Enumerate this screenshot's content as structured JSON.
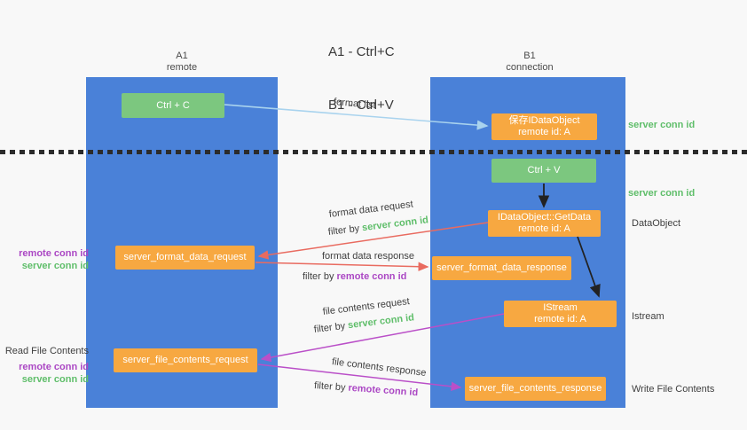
{
  "title": {
    "line1": "A1 - Ctrl+C",
    "line2": "B1 - Ctrl+V"
  },
  "lanes": {
    "a1": {
      "name": "A1",
      "subtitle": "remote"
    },
    "b1": {
      "name": "B1",
      "subtitle": "connection"
    }
  },
  "nodes": {
    "ctrl_c": {
      "label": "Ctrl + C"
    },
    "save_idataobject": {
      "line1": "保存IDataObject",
      "line2": "remote id: A"
    },
    "ctrl_v": {
      "label": "Ctrl + V"
    },
    "getdata": {
      "line1": "IDataObject::GetData",
      "line2": "remote id: A"
    },
    "format_request": {
      "label": "server_format_data_request"
    },
    "format_response": {
      "label": "server_format_data_response"
    },
    "istream": {
      "line1": "IStream",
      "line2": "remote id: A"
    },
    "file_request": {
      "label": "server_file_contents_request"
    },
    "file_response": {
      "label": "server_file_contents_response"
    }
  },
  "edges": {
    "format_list": {
      "label": "format list"
    },
    "format_data_request": {
      "label": "format data request",
      "filter_prefix": "filter by ",
      "filter_value": "server conn id"
    },
    "format_data_response": {
      "label": "format data response",
      "filter_prefix": "filter by ",
      "filter_value": "remote conn id"
    },
    "file_contents_request": {
      "label": "file contents request",
      "filter_prefix": "filter by ",
      "filter_value": "server conn id"
    },
    "file_contents_response": {
      "label": "file contents response",
      "filter_prefix": "filter by ",
      "filter_value": "remote conn id"
    }
  },
  "annotations": {
    "server_conn_id_top": "server conn id",
    "server_conn_id_mid": "server conn id",
    "dataobject": "DataObject",
    "istream": "Istream",
    "write_file_contents": "Write File Contents",
    "read_file_contents": "Read File Contents",
    "format_left": {
      "remote": "remote conn id",
      "server": "server conn id"
    },
    "file_left": {
      "remote": "remote conn id",
      "server": "server conn id"
    }
  },
  "colors": {
    "lane_blue": "#4a81d8",
    "node_orange": "#f7a841",
    "node_green": "#7cc77f",
    "green_text": "#5fbe6a",
    "purple_text": "#ab47c4",
    "red_arrow": "#e96b60",
    "purple_arrow": "#ba4fc8",
    "light_blue_arrow": "#a9d3ee",
    "black_arrow": "#222222",
    "background": "#f8f8f8"
  }
}
